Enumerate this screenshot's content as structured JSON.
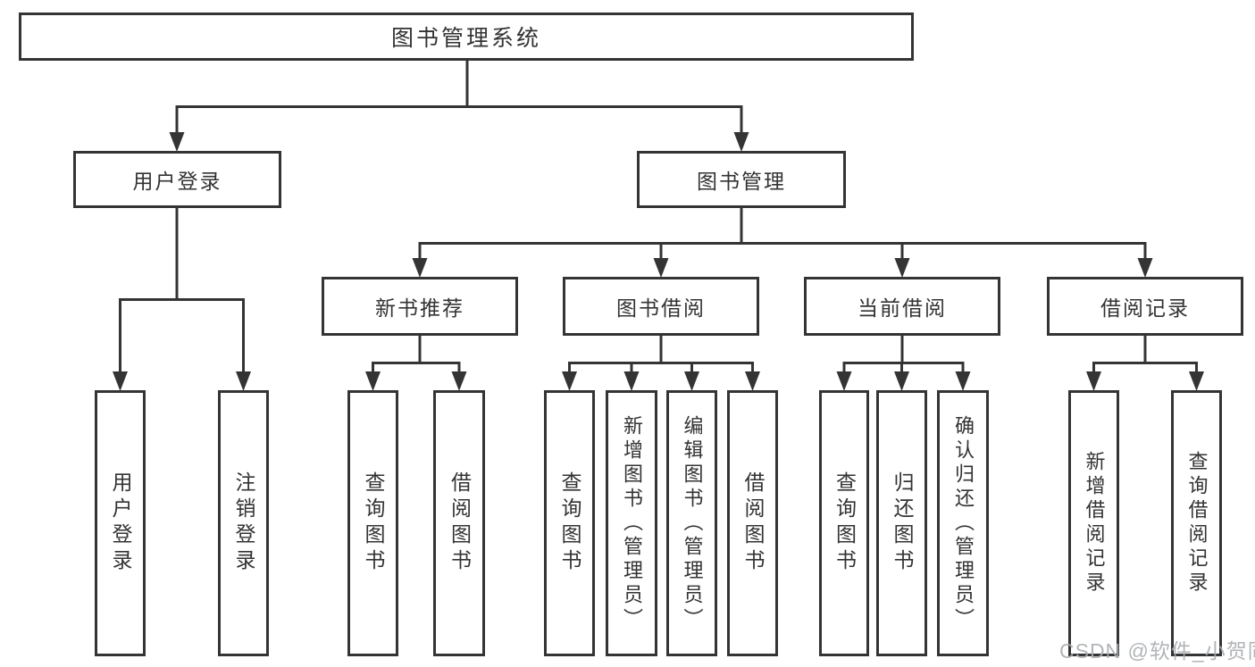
{
  "diagram": {
    "title": "图书管理系统",
    "nodes": {
      "root": {
        "label": "图书管理系统"
      },
      "user_login": {
        "label": "用户登录"
      },
      "book_mgmt": {
        "label": "图书管理"
      },
      "new_book_rec": {
        "label": "新书推荐"
      },
      "book_borrow": {
        "label": "图书借阅"
      },
      "current_borrow": {
        "label": "当前借阅"
      },
      "borrow_records": {
        "label": "借阅记录"
      },
      "leaf_user_login": {
        "label": "用户登录"
      },
      "leaf_logout": {
        "label": "注销登录"
      },
      "leaf_nb_query": {
        "label": "查询图书"
      },
      "leaf_nb_borrow": {
        "label": "借阅图书"
      },
      "leaf_bb_query": {
        "label": "查询图书"
      },
      "leaf_bb_add": {
        "label": "新增图书（管理员）"
      },
      "leaf_bb_edit": {
        "label": "编辑图书（管理员）"
      },
      "leaf_bb_borrow": {
        "label": "借阅图书"
      },
      "leaf_cb_query": {
        "label": "查询图书"
      },
      "leaf_cb_return": {
        "label": "归还图书"
      },
      "leaf_cb_confirm": {
        "label": "确认归还（管理员）"
      },
      "leaf_br_add": {
        "label": "新增借阅记录"
      },
      "leaf_br_query": {
        "label": "查询借阅记录"
      }
    },
    "edges_note": "tree: root -> [user_login, book_mgmt]; user_login -> [leaf_user_login, leaf_logout]; book_mgmt -> [new_book_rec, book_borrow, current_borrow, borrow_records]; new_book_rec -> [leaf_nb_query, leaf_nb_borrow]; book_borrow -> [leaf_bb_query, leaf_bb_add, leaf_bb_edit, leaf_bb_borrow]; current_borrow -> [leaf_cb_query, leaf_cb_return, leaf_cb_confirm]; borrow_records -> [leaf_br_add, leaf_br_query]"
  },
  "colors": {
    "line": "#343434",
    "box_border": "#343434",
    "box_bg": "#ffffff",
    "text": "#333333",
    "watermark": "#a8adb0"
  },
  "watermark": {
    "text": "CSDN @软件_小贺同学"
  }
}
